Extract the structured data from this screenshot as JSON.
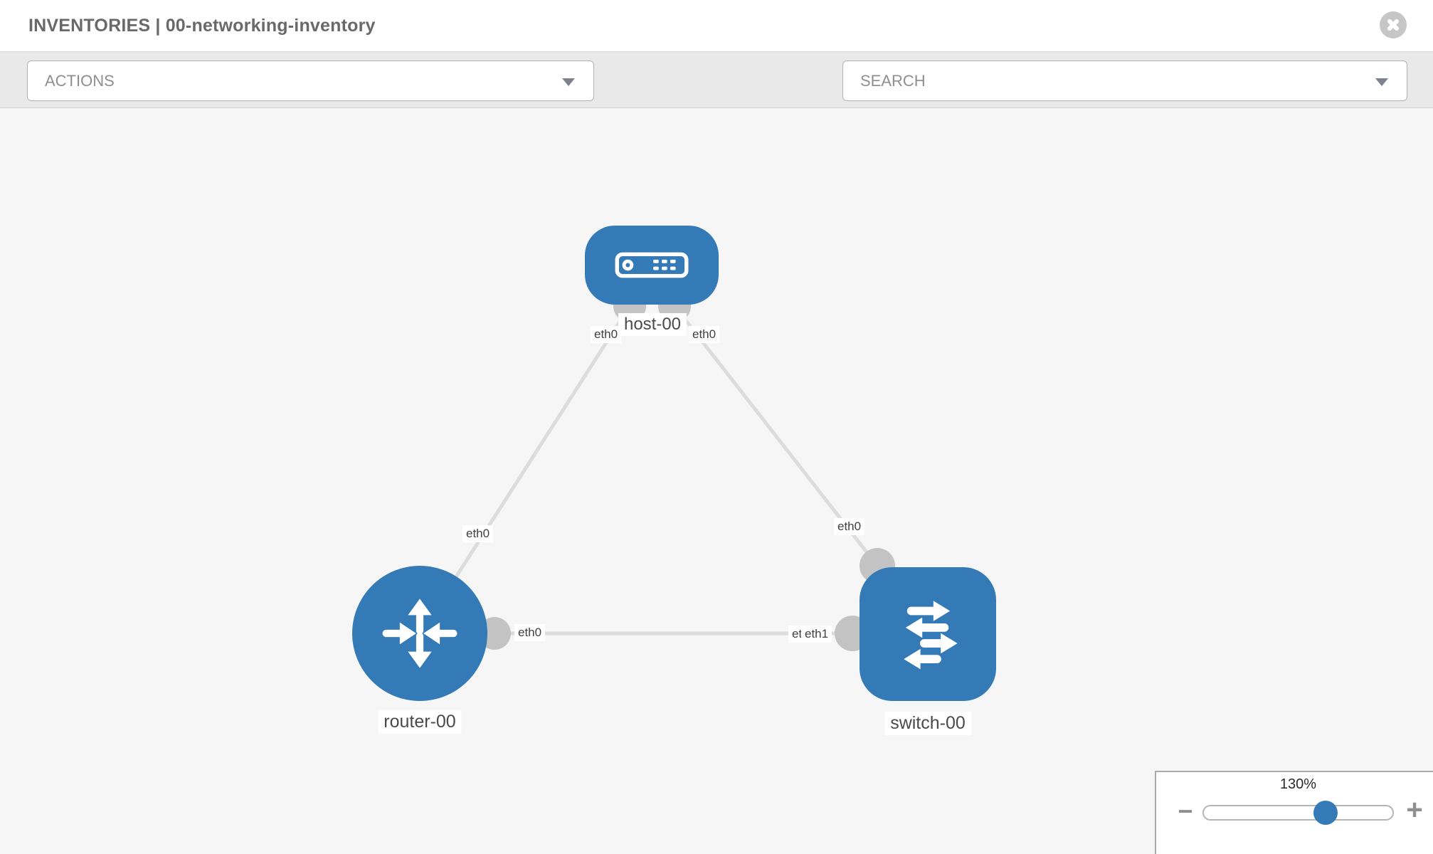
{
  "header": {
    "title": "INVENTORIES | 00-networking-inventory"
  },
  "toolbar": {
    "actions_label": "ACTIONS",
    "search_placeholder": "SEARCH",
    "icons": [
      "wrench-icon",
      "key-icon"
    ]
  },
  "graph": {
    "nodes": [
      {
        "id": "host-00",
        "label": "host-00",
        "type": "host"
      },
      {
        "id": "router-00",
        "label": "router-00",
        "type": "router"
      },
      {
        "id": "switch-00",
        "label": "switch-00",
        "type": "switch"
      }
    ],
    "links": [
      {
        "source": "host-00",
        "source_interface": "eth0",
        "target": "router-00",
        "target_interface": "eth0"
      },
      {
        "source": "host-00",
        "source_interface": "eth0",
        "target": "switch-00",
        "target_interface": "eth0"
      },
      {
        "source": "router-00",
        "source_interface": "eth0",
        "target": "switch-00",
        "target_interface": "eth1"
      }
    ]
  },
  "zoom_control": {
    "value": "130%",
    "minus_label": "−",
    "plus_label": "+"
  },
  "colors": {
    "node_blue": "#337ab7",
    "link_gray": "#dcdcdc",
    "port_gray": "#c3c3c3",
    "toolbar_gray": "#e9e9e9"
  }
}
